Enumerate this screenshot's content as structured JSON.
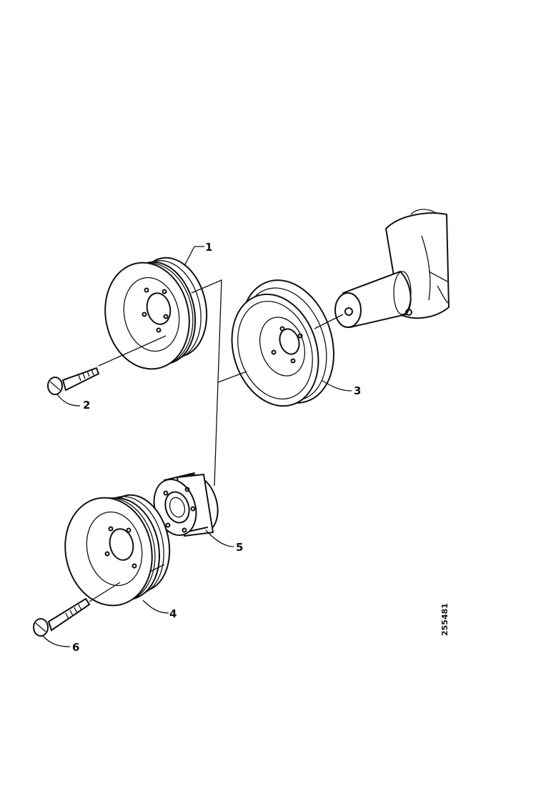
{
  "callouts": [
    {
      "id": "1",
      "label": "1",
      "part": "upper-pulley"
    },
    {
      "id": "2",
      "label": "2",
      "part": "upper-bolt"
    },
    {
      "id": "3",
      "label": "3",
      "part": "hub-pulley"
    },
    {
      "id": "4",
      "label": "4",
      "part": "lower-pulley"
    },
    {
      "id": "5",
      "label": "5",
      "part": "adapter-spacer"
    },
    {
      "id": "6",
      "label": "6",
      "part": "lower-bolt"
    }
  ],
  "figure_ref": "255481",
  "colors": {
    "ink": "#111111",
    "paper": "#ffffff"
  }
}
